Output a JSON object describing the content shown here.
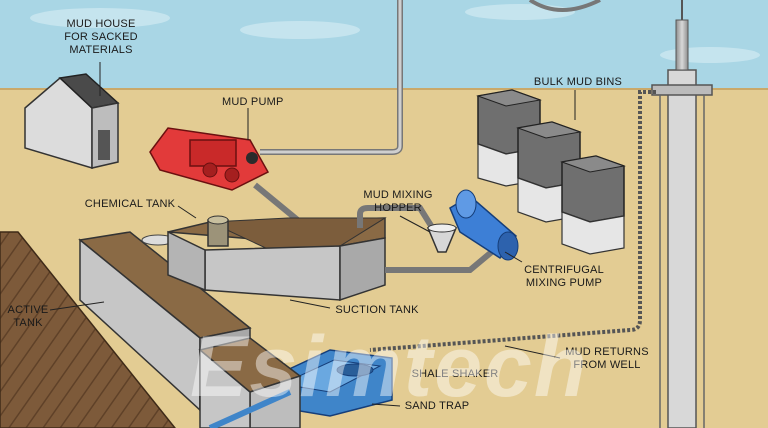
{
  "labels": {
    "mud_house": [
      "MUD HOUSE",
      "FOR SACKED",
      "MATERIALS"
    ],
    "mud_pump": "MUD PUMP",
    "bulk_mud_bins": "BULK MUD BINS",
    "chemical_tank": "CHEMICAL TANK",
    "mud_mixing_hopper": [
      "MUD MIXING",
      "HOPPER"
    ],
    "centrifugal_mixing_pump": [
      "CENTRIFUGAL",
      "MIXING PUMP"
    ],
    "active_tank": [
      "ACTIVE",
      "TANK"
    ],
    "suction_tank": "SUCTION TANK",
    "mud_returns": [
      "MUD RETURNS",
      "FROM WELL"
    ],
    "shale_shaker": "SHALE SHAKER",
    "sand_trap": "SAND TRAP"
  },
  "watermark": "Esimtech",
  "colors": {
    "sky": "#a9d6e5",
    "ground": "#e3cc93",
    "tank": "#c6c6c6",
    "mud": "#8a6a45",
    "pump": "#e23a3a",
    "mixing_pump": "#3d7fd6",
    "bins": "#6f6f6f",
    "shaker": "#3f85c9"
  }
}
